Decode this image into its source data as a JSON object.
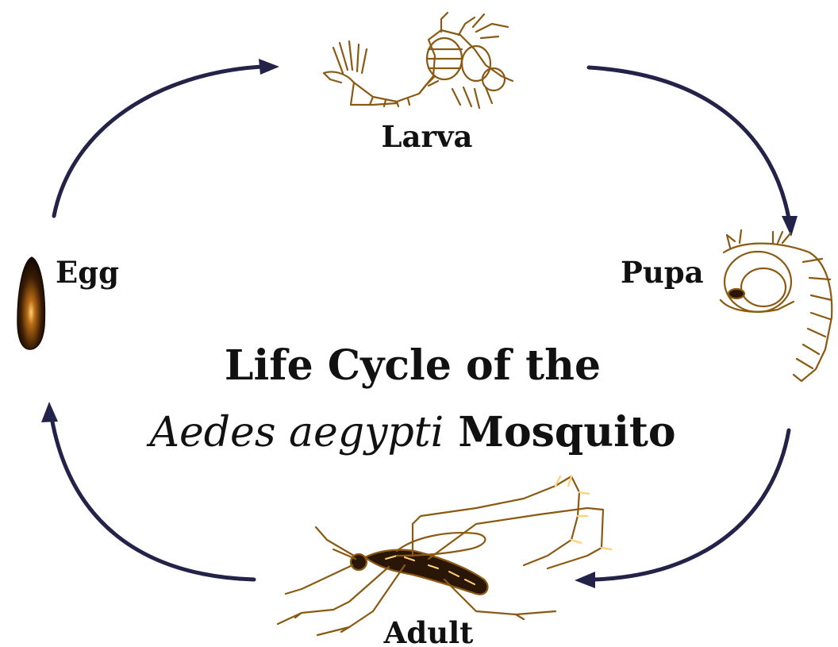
{
  "colors": {
    "arrow": "#23234a",
    "ink": "#8a5a12",
    "dark": "#2a1606",
    "highlight": "#ffd27a"
  },
  "stages": {
    "larva": "Larva",
    "pupa": "Pupa",
    "adult": "Adult",
    "egg": "Egg"
  },
  "title": {
    "line1": "Life Cycle of the",
    "line2_italic": "Aedes aegypti",
    "line2_rest": " Mosquito"
  },
  "icons": [
    "larva-illustration",
    "pupa-illustration",
    "adult-mosquito-illustration",
    "egg-illustration"
  ]
}
